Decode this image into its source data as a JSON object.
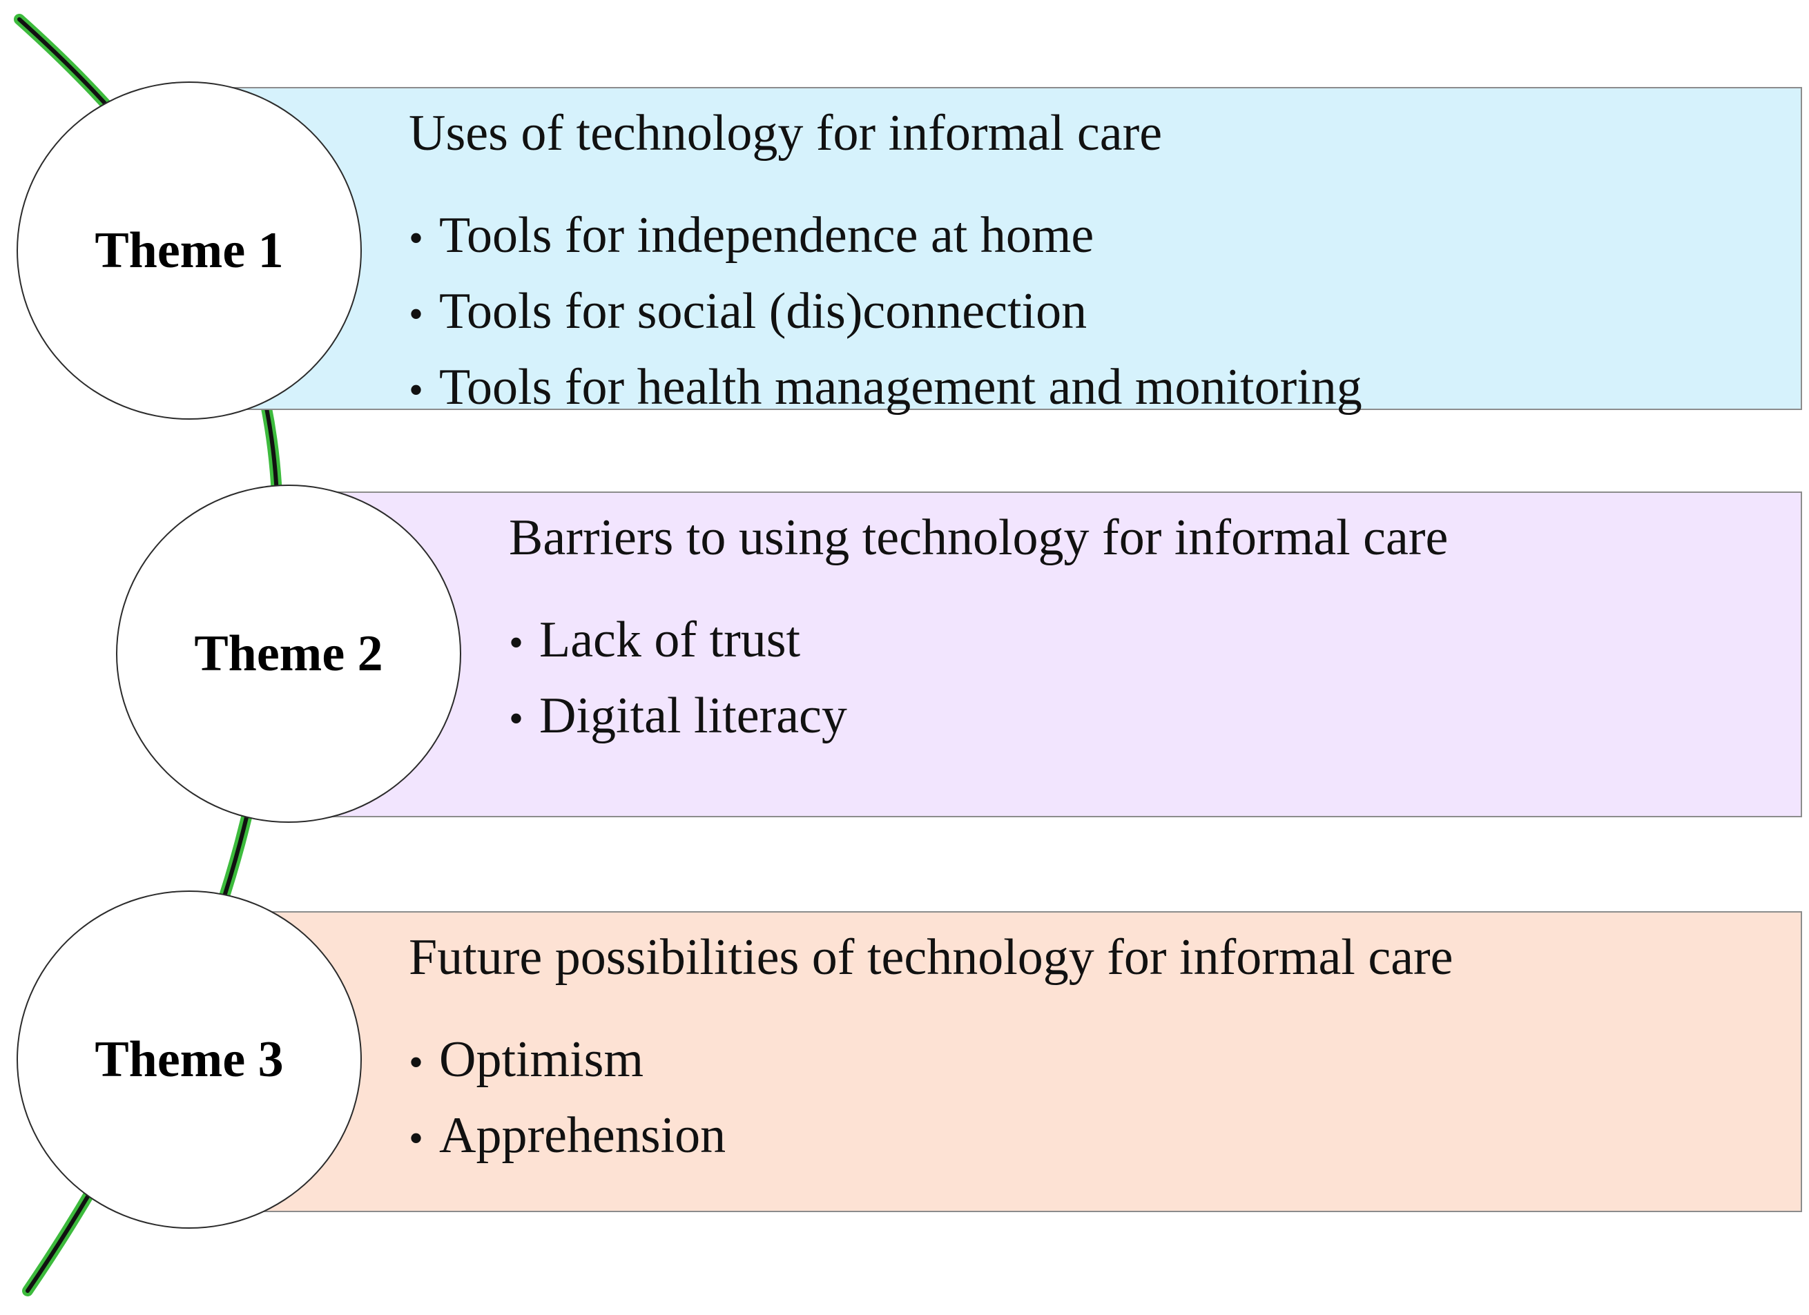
{
  "colors": {
    "connector_outer": "#3dbb3d",
    "connector_inner": "#111111",
    "circle_fill": "#ffffff",
    "circle_border": "#2b2b2b",
    "box_border": "#8c8c8c"
  },
  "themes": [
    {
      "label": "Theme 1",
      "title": "Uses of technology for informal care",
      "fill": "#d6f2fc",
      "items": [
        "Tools for independence at home",
        "Tools for social (dis)connection",
        "Tools for health management and monitoring"
      ]
    },
    {
      "label": "Theme 2",
      "title": "Barriers to using technology for informal care",
      "fill": "#f2e5fe",
      "items": [
        "Lack of trust",
        "Digital literacy"
      ]
    },
    {
      "label": "Theme 3",
      "title": "Future possibilities of technology for informal care",
      "fill": "#fde2d4",
      "items": [
        "Optimism",
        "Apprehension"
      ]
    }
  ]
}
